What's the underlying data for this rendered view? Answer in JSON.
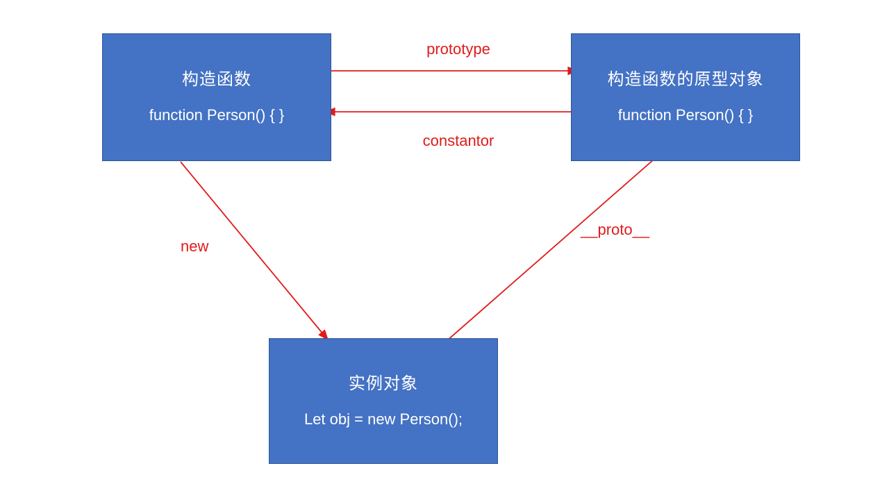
{
  "colors": {
    "canvas_bg": "#ffffff",
    "box_fill": "#4472c4",
    "box_border": "#2e5693",
    "box_text": "#ffffff",
    "arrow_color": "#e01b1b"
  },
  "diagram": {
    "boxes": [
      {
        "id": "constructor",
        "title": "构造函数",
        "code": "function Person() { }"
      },
      {
        "id": "prototype-object",
        "title": "构造函数的原型对象",
        "code": "function Person() { }"
      },
      {
        "id": "instance-object",
        "title": "实例对象",
        "code": "Let obj = new Person();"
      }
    ],
    "arrows": [
      {
        "id": "prototype",
        "label": "prototype",
        "from": "constructor",
        "to": "prototype-object"
      },
      {
        "id": "constantor",
        "label": "constantor",
        "from": "prototype-object",
        "to": "constructor"
      },
      {
        "id": "new",
        "label": "new",
        "from": "constructor",
        "to": "instance-object"
      },
      {
        "id": "proto",
        "label": "__proto__",
        "from": "instance-object",
        "to": "prototype-object"
      }
    ]
  }
}
